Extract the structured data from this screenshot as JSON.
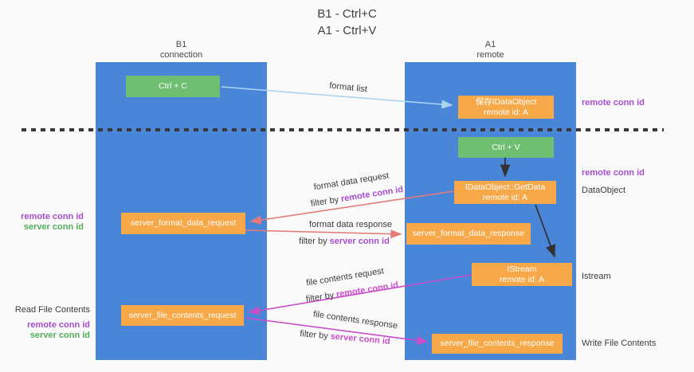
{
  "title": {
    "line1": "B1 - Ctrl+C",
    "line2": "A1 - Ctrl+V"
  },
  "lanes": {
    "left": {
      "name": "B1",
      "role": "connection"
    },
    "right": {
      "name": "A1",
      "role": "remote"
    }
  },
  "nodes": {
    "ctrl_c": {
      "label": "Ctrl + C"
    },
    "ctrl_v": {
      "label": "Ctrl + V"
    },
    "save_dataobject": {
      "line1": "保存IDataObject",
      "line2": "remote id: A"
    },
    "getdata": {
      "line1": "IDataObject::GetData",
      "line2": "remote id: A"
    },
    "istream": {
      "line1": "IStream",
      "line2": "remote id: A"
    },
    "format_request": {
      "label": "server_format_data_request"
    },
    "format_response": {
      "label": "server_format_data_response"
    },
    "file_request": {
      "label": "server_file_contents_request"
    },
    "file_response": {
      "label": "server_file_contents_response"
    }
  },
  "edges": {
    "format_list": {
      "label": "format list"
    },
    "format_data_request": {
      "label": "format data request",
      "filter_prefix": "filter by",
      "filter_key": "remote conn id"
    },
    "format_data_response": {
      "label": "format data response",
      "filter_prefix": "filter by",
      "filter_key": "server conn id"
    },
    "file_contents_request": {
      "label": "file contents request",
      "filter_prefix": "filter by",
      "filter_key": "remote conn id"
    },
    "file_contents_response": {
      "label": "file contents response",
      "filter_prefix": "filter by",
      "filter_key": "server conn id"
    }
  },
  "annotations": {
    "right_top_remote_conn_id": "remote conn id",
    "right_mid_remote_conn_id": "remote conn id",
    "right_dataobject": "DataObject",
    "right_istream": "Istream",
    "right_write_file_contents": "Write File Contents",
    "left_remote_conn_id": "remote conn id",
    "left_server_conn_id": "server conn id",
    "left_read_file_contents": "Read File Contents",
    "left_bottom_remote_conn_id": "remote conn id",
    "left_bottom_server_conn_id": "server conn id"
  },
  "colors": {
    "lane_blue": "#4a86d8",
    "node_orange": "#f7a94a",
    "node_green": "#6ebf71",
    "arrow_light_blue": "#a9d3f0",
    "arrow_salmon": "#e57a78",
    "arrow_magenta": "#c94ec9",
    "arrow_black": "#333333",
    "label_purple": "#a64dcc",
    "label_green": "#53ae5c",
    "text_dark": "#3c3c3c",
    "background": "#fafafa"
  }
}
